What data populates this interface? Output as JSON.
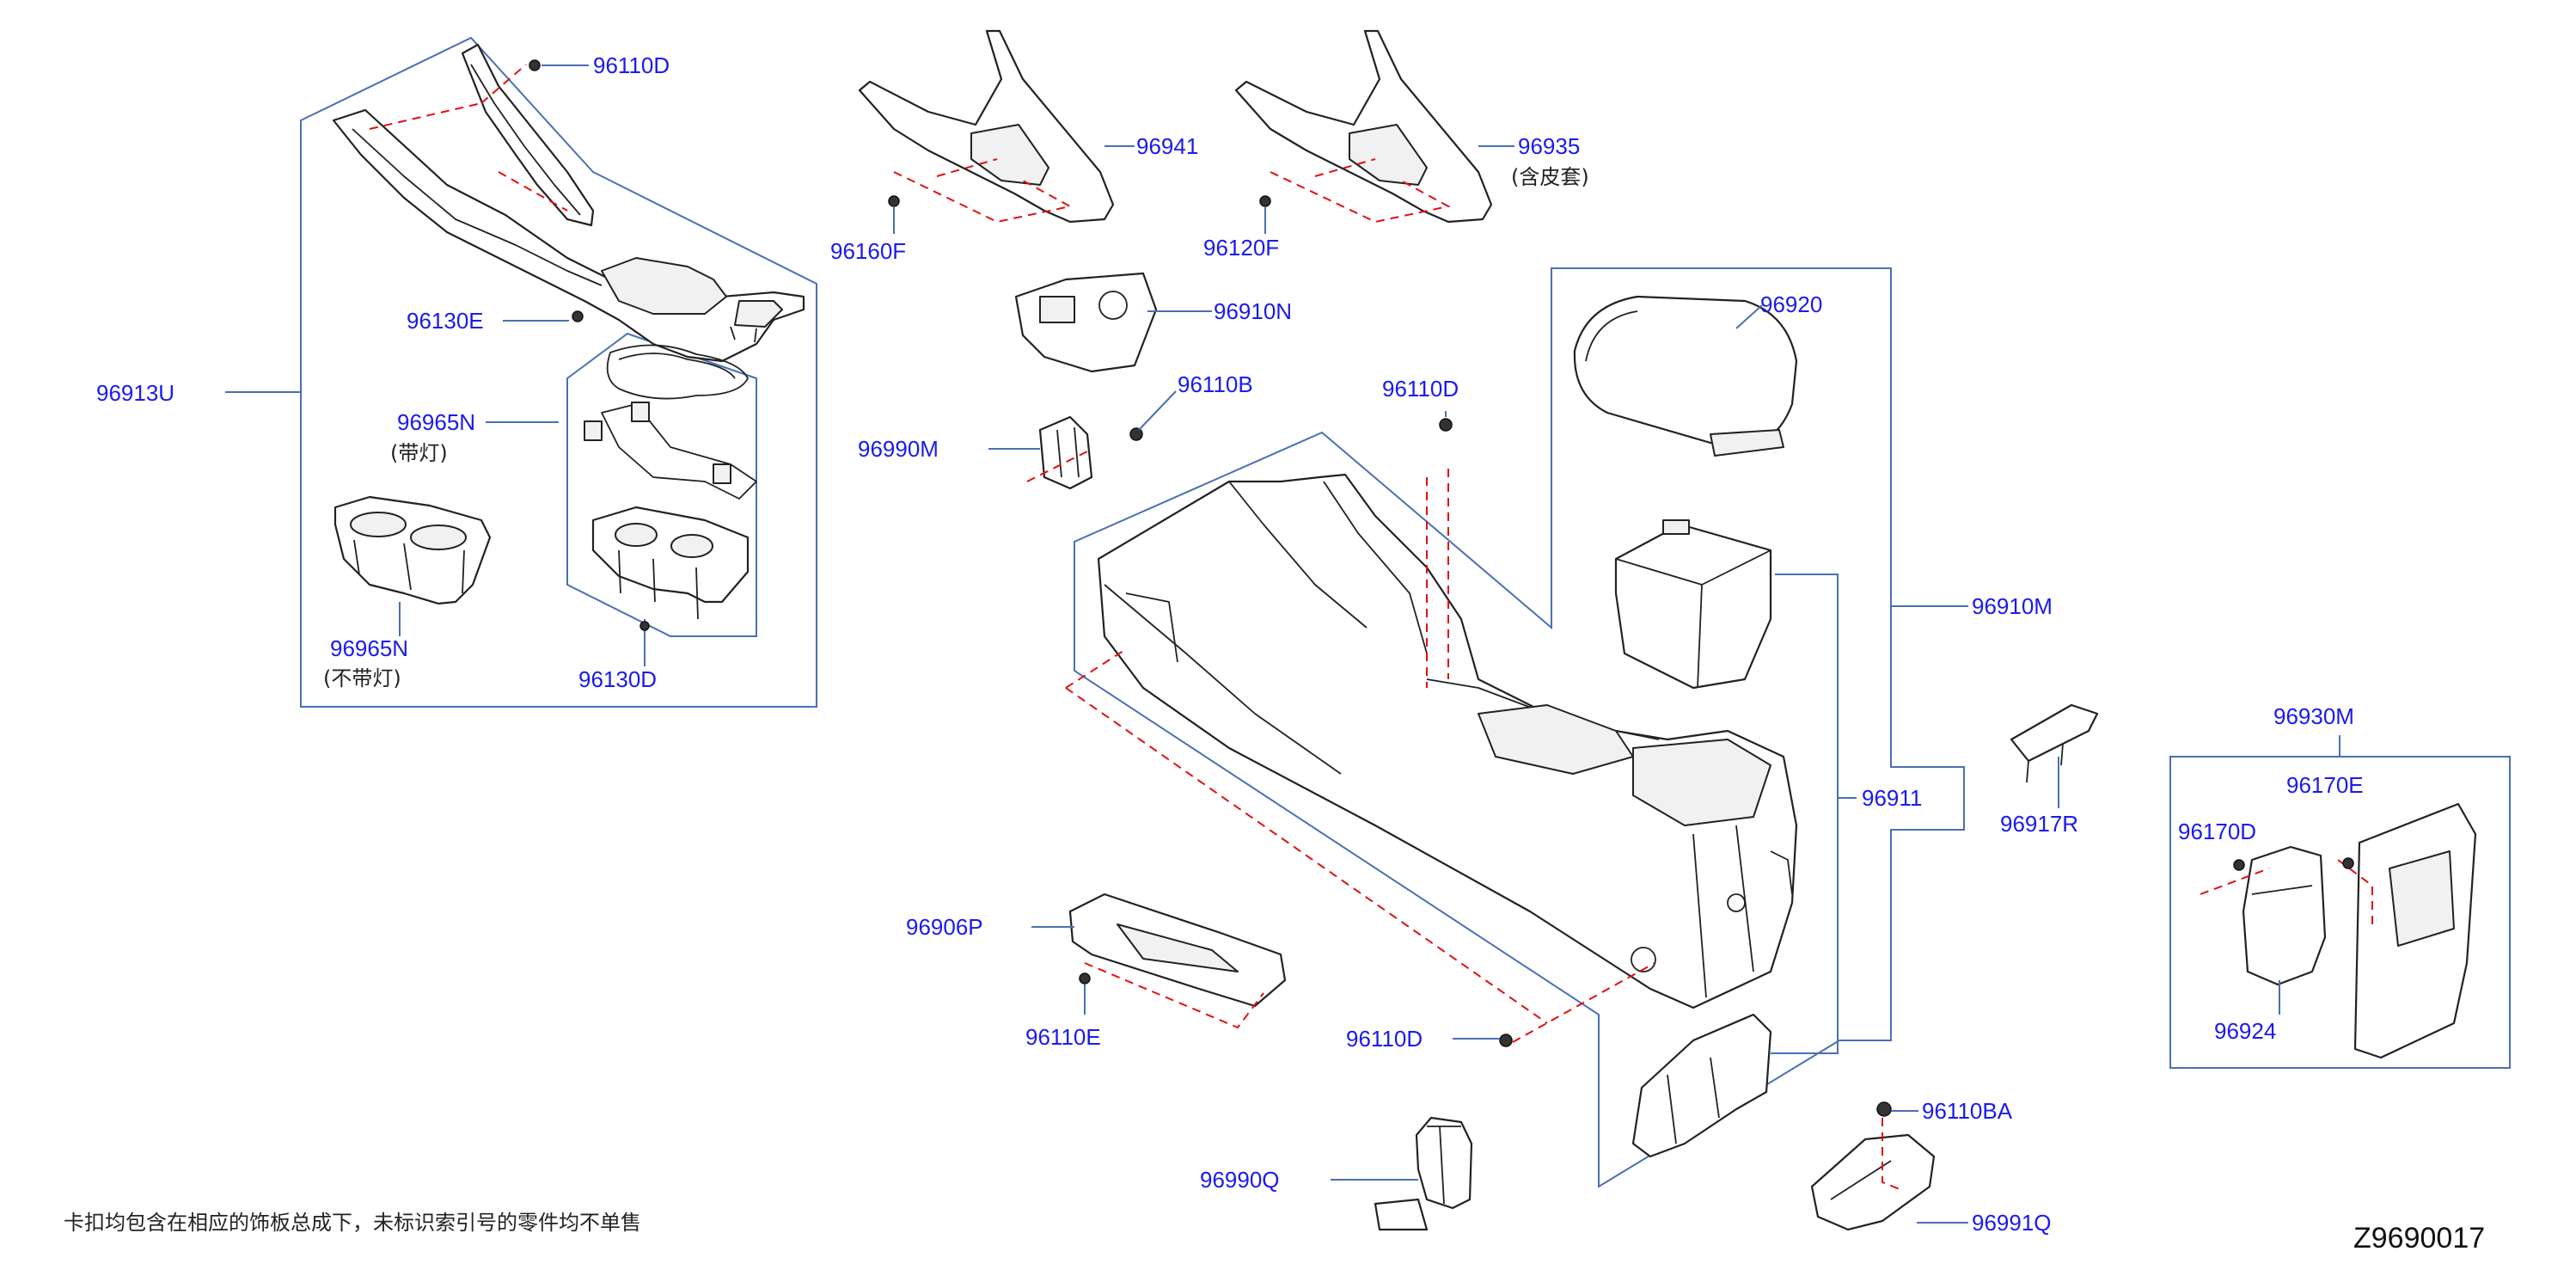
{
  "figure_id": "Z9690017",
  "footnote": "卡扣均包含在相应的饰板总成下，未标识索引号的零件均不单售",
  "callouts": {
    "c96110D_top": "96110D",
    "c96941": "96941",
    "c96935": "96935",
    "c96935_note": "(含皮套)",
    "c96160F": "96160F",
    "c96120F": "96120F",
    "c96913U": "96913U",
    "c96130E": "96130E",
    "c96965N_a": "96965N",
    "c96965N_a_note": "(带灯)",
    "c96965N_b": "96965N",
    "c96965N_b_note": "(不带灯)",
    "c96130D": "96130D",
    "c96910N": "96910N",
    "c96110B": "96110B",
    "c96990M": "96990M",
    "c96110D_mid": "96110D",
    "c96920": "96920",
    "c96910M": "96910M",
    "c96911": "96911",
    "c96930M": "96930M",
    "c96917R": "96917R",
    "c96170E": "96170E",
    "c96170D": "96170D",
    "c96924": "96924",
    "c96906P": "96906P",
    "c96110E": "96110E",
    "c96110D_low": "96110D",
    "c96110BA": "96110BA",
    "c96990Q": "96990Q",
    "c96991Q": "96991Q"
  },
  "colors": {
    "callout_text": "#1a1aee",
    "leader_and_group_box": "#4a6fb5",
    "hidden_fastener_dash": "#e01010",
    "part_outline": "#222222"
  }
}
